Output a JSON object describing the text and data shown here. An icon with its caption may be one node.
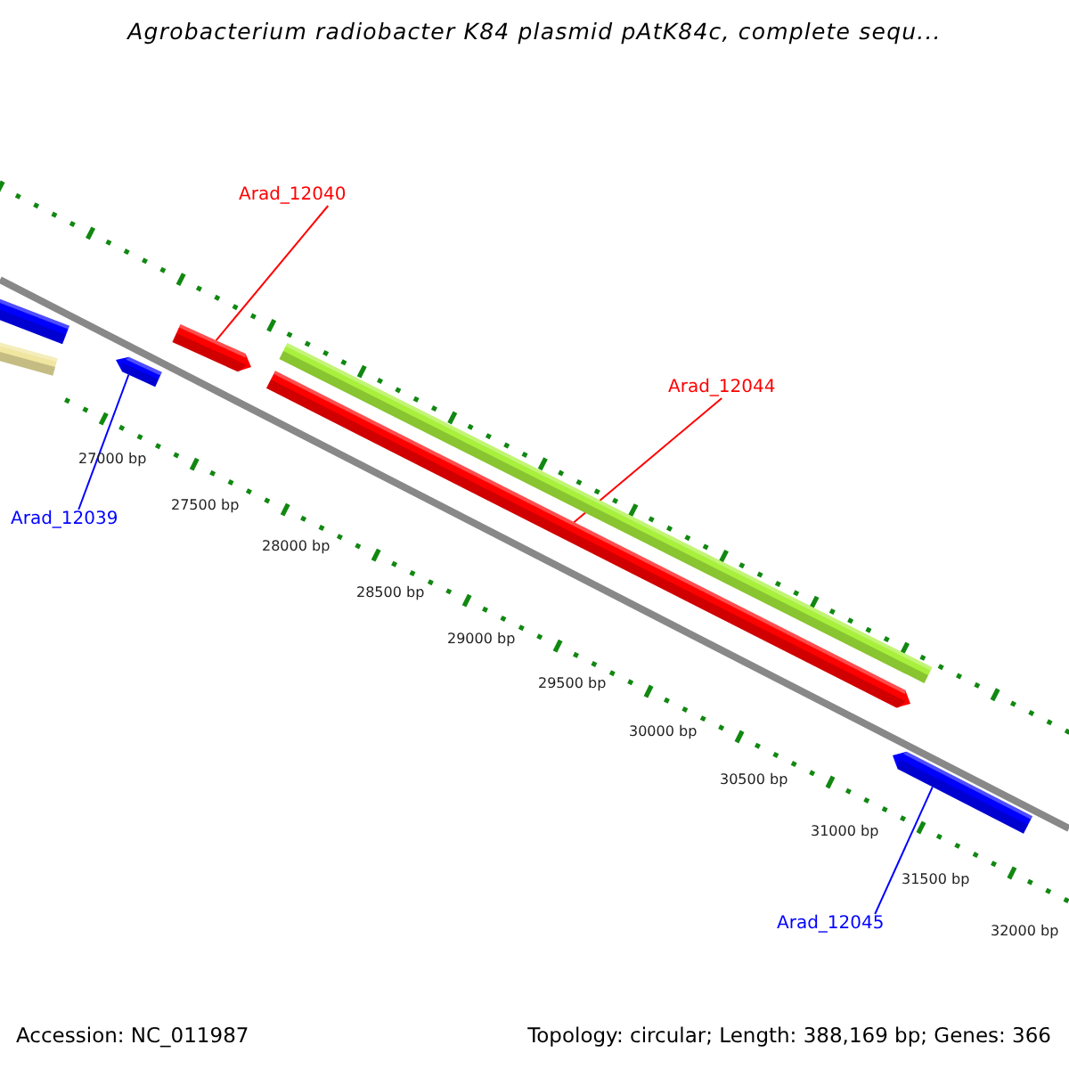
{
  "diagram": {
    "title": "Agrobacterium radiobacter K84 plasmid pAtK84c, complete sequ...",
    "nodes": [
      {
        "text": [
          "Arad_12040"
        ]
      },
      {
        "text": [
          "Arad_12044"
        ]
      },
      {
        "text": [
          "Arad_12039"
        ]
      },
      {
        "text": [
          "Arad_12045"
        ]
      },
      {
        "text": [],
        "shape": "bar"
      },
      {
        "text": [],
        "shape": "bar"
      },
      {
        "text": [],
        "shape": "bar"
      },
      {
        "text": [],
        "shape": "bar"
      },
      {
        "text": [],
        "shape": "bar"
      },
      {
        "text": [],
        "shape": "bar"
      },
      {
        "text": [],
        "shape": "bar"
      }
    ],
    "edges": [
      {
        "from": 0,
        "to": 7,
        "arrow": "none",
        "color": "#ff0000"
      },
      {
        "from": 1,
        "to": 9,
        "arrow": "none",
        "color": "#ff0000"
      },
      {
        "from": 2,
        "to": 6,
        "arrow": "none",
        "color": "#0000ff"
      },
      {
        "from": 3,
        "to": 10,
        "arrow": "none",
        "color": "#0000ff"
      }
    ],
    "labels": [
      "27000 bp",
      "27500 bp",
      "28000 bp",
      "28500 bp",
      "29000 bp",
      "29500 bp",
      "30000 bp",
      "30500 bp",
      "31000 bp",
      "31500 bp",
      "32000 bp",
      "Accession: NC_011987",
      "Topology: circular; Length: 388,169 bp; Genes: 366"
    ]
  }
}
